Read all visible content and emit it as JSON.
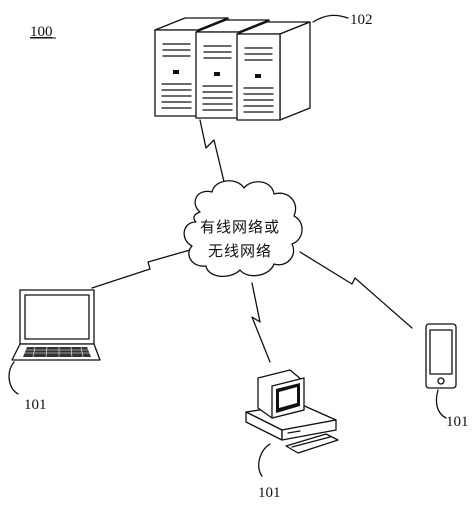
{
  "figure_number": "100",
  "server_label": "102",
  "network_label_line1": "有线网络或",
  "network_label_line2": "无线网络",
  "terminal_labels": {
    "laptop": "101",
    "desktop": "101",
    "phone": "101"
  },
  "icons": [
    "server-rack-icon",
    "cloud-icon",
    "laptop-icon",
    "desktop-computer-icon",
    "mobile-phone-icon"
  ]
}
